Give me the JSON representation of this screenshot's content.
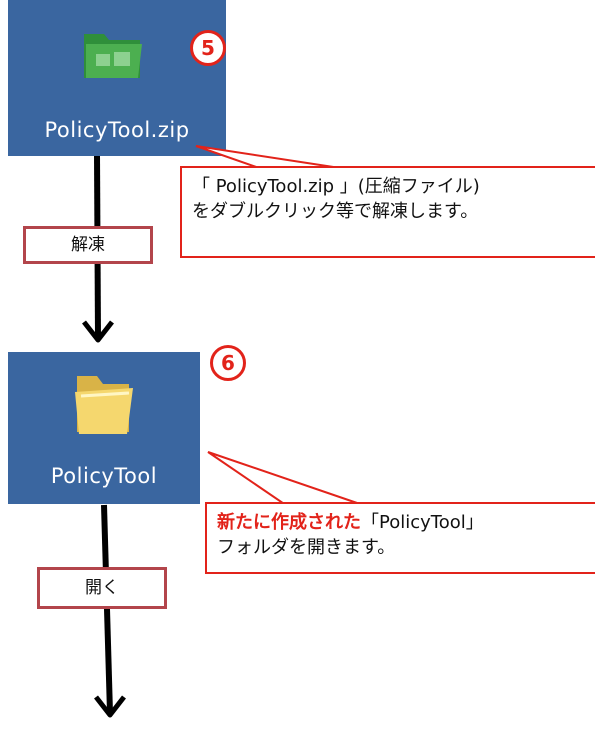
{
  "steps": [
    {
      "number": "5",
      "tile_label": "PolicyTool.zip",
      "action_label": "解凍",
      "callout_line1": "「 PolicyTool.zip 」(圧縮ファイル)",
      "callout_line2": "をダブルクリック等で解凍します。"
    },
    {
      "number": "6",
      "tile_label": "PolicyTool",
      "action_label": "開く",
      "callout_line1_highlight": "新たに作成された",
      "callout_line1_rest": "「PolicyTool」",
      "callout_line2": "フォルダを開きます。"
    }
  ],
  "colors": {
    "tile_bg": "#3a66a0",
    "accent_red": "#e2231a",
    "box_border": "#b3454b",
    "zip_folder": "#4caf50",
    "folder_yellow": "#f5d76e"
  },
  "icons": [
    "zip-folder-icon",
    "folder-icon"
  ]
}
